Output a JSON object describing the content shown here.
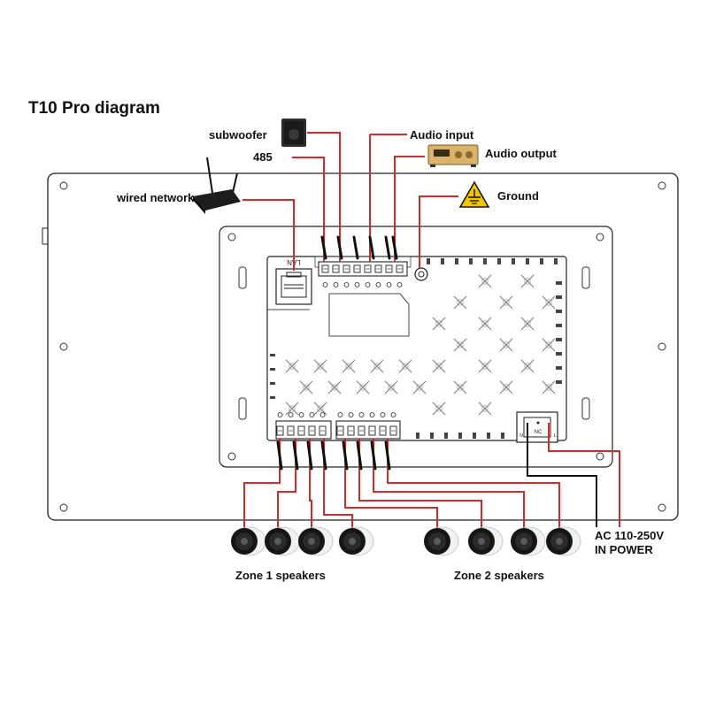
{
  "diagram": {
    "title": "T10 Pro diagram",
    "labels": {
      "subwoofer": "subwoofer",
      "rs485": "485",
      "wired_network": "wired network",
      "audio_input": "Audio input",
      "audio_output": "Audio output",
      "ground": "Ground",
      "zone1": "Zone 1 speakers",
      "zone2": "Zone 2 speakers",
      "power_line1": "AC 110-250V",
      "power_line2": "IN POWER"
    },
    "board_markings": {
      "lan": "LAN",
      "power_terminal": "NC",
      "terminal_n": "N",
      "terminal_l": "L"
    },
    "colors": {
      "wire_signal": "#d42a2a",
      "wire_power": "#111111",
      "outline": "#222222",
      "warning_sign": "#f2c400"
    },
    "icons": {
      "subwoofer": "subwoofer-icon",
      "router": "router-icon",
      "amplifier": "amplifier-icon",
      "ground": "ground-warning-icon",
      "speaker": "ceiling-speaker-icon"
    }
  }
}
